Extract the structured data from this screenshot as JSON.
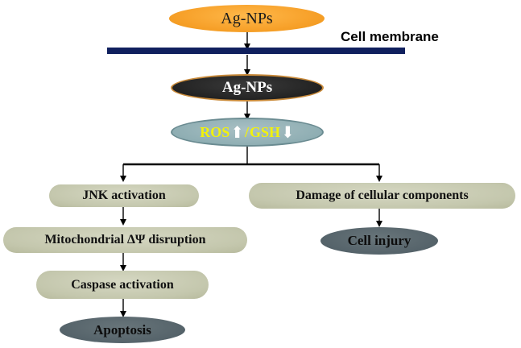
{
  "top_node": {
    "label": "Ag-NPs"
  },
  "membrane": {
    "label": "Cell membrane",
    "color": "#10205e"
  },
  "inner_node": {
    "label": "Ag-NPs"
  },
  "ros_node": {
    "ros": "ROS",
    "up_arrow": "⬆",
    "slash": "/",
    "gsh": "GSH",
    "down_arrow": "⬇"
  },
  "left_branch": {
    "jnk": "JNK activation",
    "mito": "Mitochondrial ∆Ψ disruption",
    "caspase": "Caspase activation",
    "apoptosis": "Apoptosis"
  },
  "right_branch": {
    "damage": "Damage of cellular components",
    "injury": "Cell injury"
  },
  "colors": {
    "orange": "#f7a12a",
    "dark": "#262626",
    "ros_fill": "#8faeb3",
    "ros_text": "#f2f20a",
    "khaki": "#c4c7ad",
    "slate": "#55636a"
  }
}
